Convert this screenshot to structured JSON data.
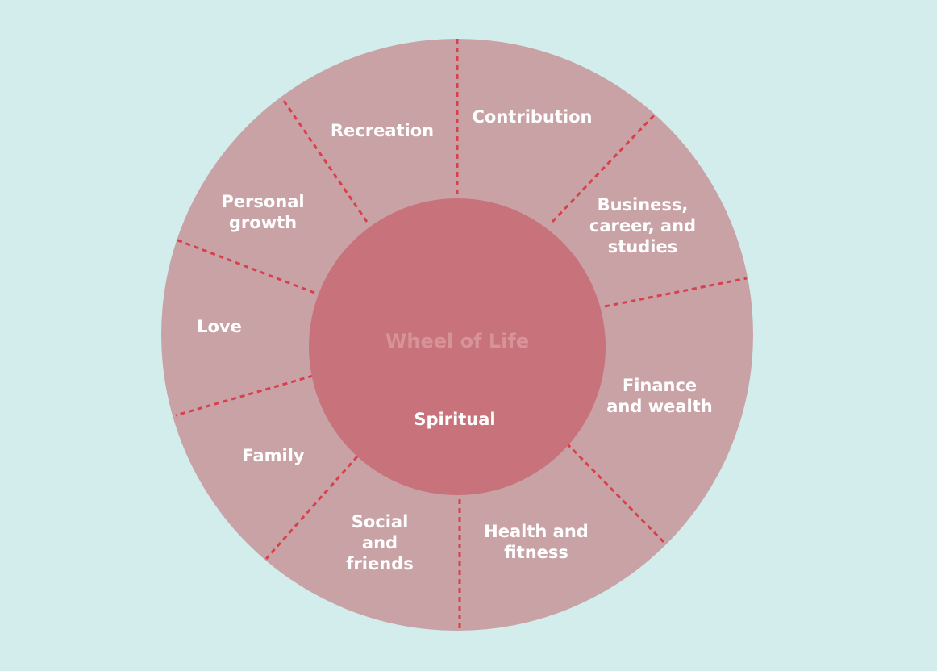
{
  "title": "Wheel of Life",
  "center_label": "Spiritual",
  "segments": [
    {
      "label": "Contribution"
    },
    {
      "label": "Business,\ncareer, and\nstudies"
    },
    {
      "label": "Finance\nand wealth"
    },
    {
      "label": "Health and\nfitness"
    },
    {
      "label": "Social\nand\nfriends"
    },
    {
      "label": "Family"
    },
    {
      "label": "Love"
    },
    {
      "label": "Personal\ngrowth"
    },
    {
      "label": "Recreation"
    }
  ],
  "colors": {
    "background": "#d3ecec",
    "outer": "#c9a2a6",
    "inner": "#c8727b",
    "divider": "#d8404c"
  }
}
